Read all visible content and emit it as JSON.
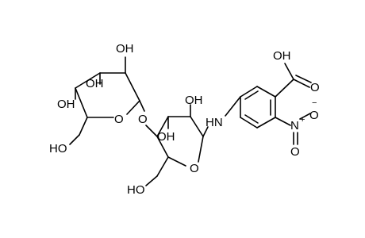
{
  "structure": {
    "labels": {
      "cooh_oh": "OH",
      "cooh_o": "O",
      "nitro_n": "N",
      "nitro_n_charge": "+",
      "nitro_o_top": "O",
      "nitro_o_top_charge": "−",
      "nitro_o_bottom": "O",
      "amine": "HN",
      "ring2_oh_c2": "OH",
      "ring2_oh_c3": "OH",
      "ring2_ch2oh": "HO",
      "ring2_ring_o": "O",
      "glycosidic_o": "O",
      "ring1_ring_o": "O",
      "ring1_oh_top": "OH",
      "ring1_oh_mid": "OH",
      "ring1_oh_left": "OH",
      "ring1_ch2oh": "HO"
    },
    "colors": {
      "line": "#000000",
      "background": "#ffffff"
    }
  }
}
